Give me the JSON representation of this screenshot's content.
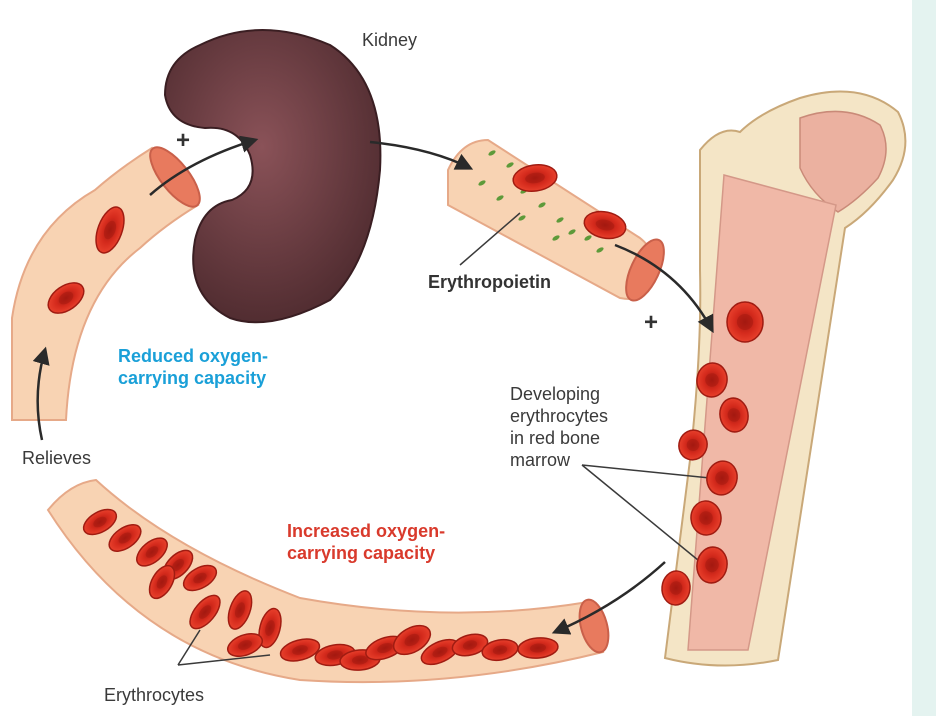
{
  "labels": {
    "kidney": "Kidney",
    "erythropoietin": "Erythropoietin",
    "reduced": [
      "Reduced oxygen-",
      "carrying capacity"
    ],
    "increased": [
      "Increased oxygen-",
      "carrying capacity"
    ],
    "relieves": "Relieves",
    "developing": [
      "Developing",
      "erythrocytes",
      "in red bone",
      "marrow"
    ],
    "erythrocytes": "Erythrocytes",
    "plus": "+"
  },
  "colors": {
    "reduced_text": "#1aa0d8",
    "increased_text": "#d93a2c",
    "kidney": "#6b3a3f",
    "vessel": "#f8d3b3",
    "red_cell": "#d42a1c",
    "bone": "#f4e5c6",
    "marrow": "#f0b8a7",
    "epo_particles": "#5e9a3a"
  },
  "icons": [
    "kidney-icon",
    "blood-vessel-icon",
    "red-blood-cell-icon",
    "femur-bone-icon",
    "erythropoietin-particle-icon"
  ]
}
